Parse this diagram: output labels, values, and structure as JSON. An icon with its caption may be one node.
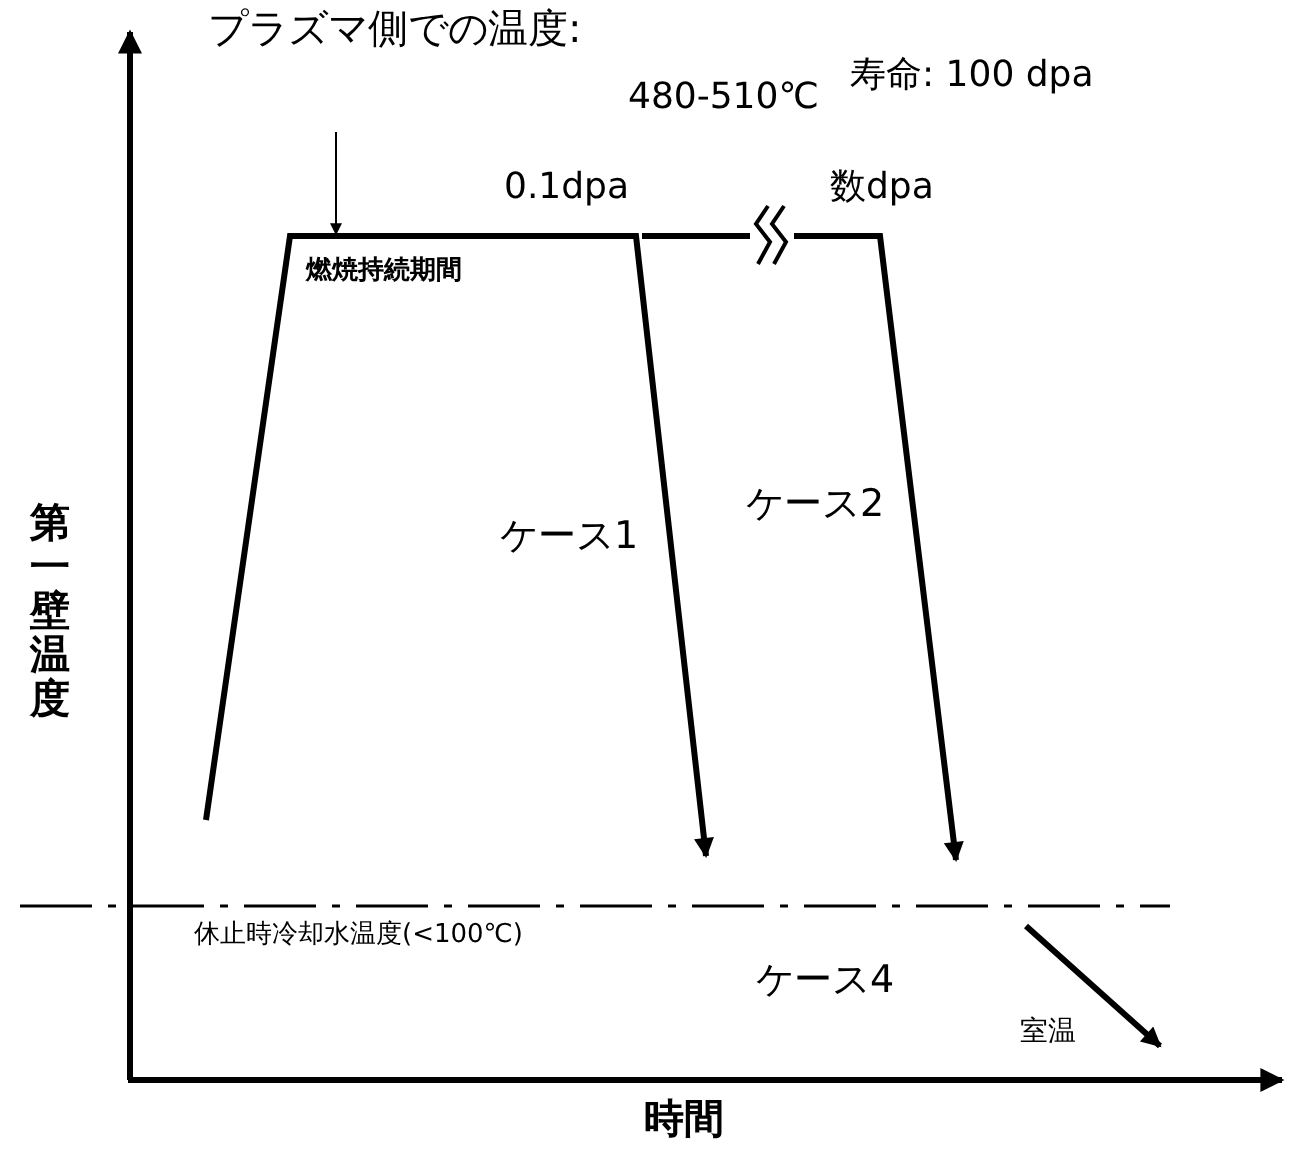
{
  "diagram": {
    "nodes": [
      {
        "text": [
          "プラズマ側での温度:",
          "480-510℃"
        ]
      },
      {
        "text": [],
        "shape": "line"
      }
    ],
    "edges": [
      {
        "from": 0,
        "to": 1,
        "arrow": "to"
      }
    ],
    "labels": [
      "寿命: 100 dpa",
      "0.1dpa",
      "数dpa",
      "燃焼持続期間",
      "ケース1",
      "ケース2",
      "休止時冷却水温度(<100℃)",
      "ケース4",
      "室温",
      "第一壁温度",
      "時間"
    ]
  }
}
